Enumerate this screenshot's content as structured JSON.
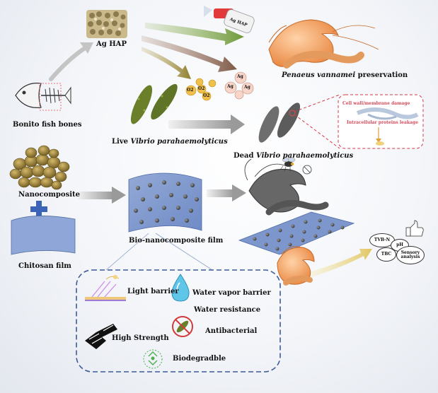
{
  "labels": {
    "ag_hap": "Ag HAP",
    "spray": "Ag HAP",
    "penaeus_species": "Penaeus vannamei",
    "preservation": "preservation",
    "bonito_fish_bones": "Bonito fish bones",
    "live": "Live",
    "dead": "Dead",
    "vibrio_species": "Vibrio parahaemolyticus",
    "cell_wall_damage": "Cell wall/membrane damage",
    "protein_leakage": "Intracellular proteins leakage",
    "nanocomposite": "Nanocomposite",
    "chitosan_film": "Chitosan film",
    "bio_nanocomposite_film": "Bio-nanocomposite film"
  },
  "particles": {
    "oxygen": "O2",
    "silver": "Ag"
  },
  "properties": {
    "light_barrier": "Light barrier",
    "water_vapor_barrier": "Water vapor barrier",
    "water_resistance": "Water resistance",
    "antibacterial": "Antibacterial",
    "high_strength": "High Strength",
    "biodegradable": "Biodegradble"
  },
  "quality": {
    "tvbn": "TVB-N",
    "ph": "pH",
    "tbc": "TBC",
    "sensory": "Sensory analysis"
  }
}
